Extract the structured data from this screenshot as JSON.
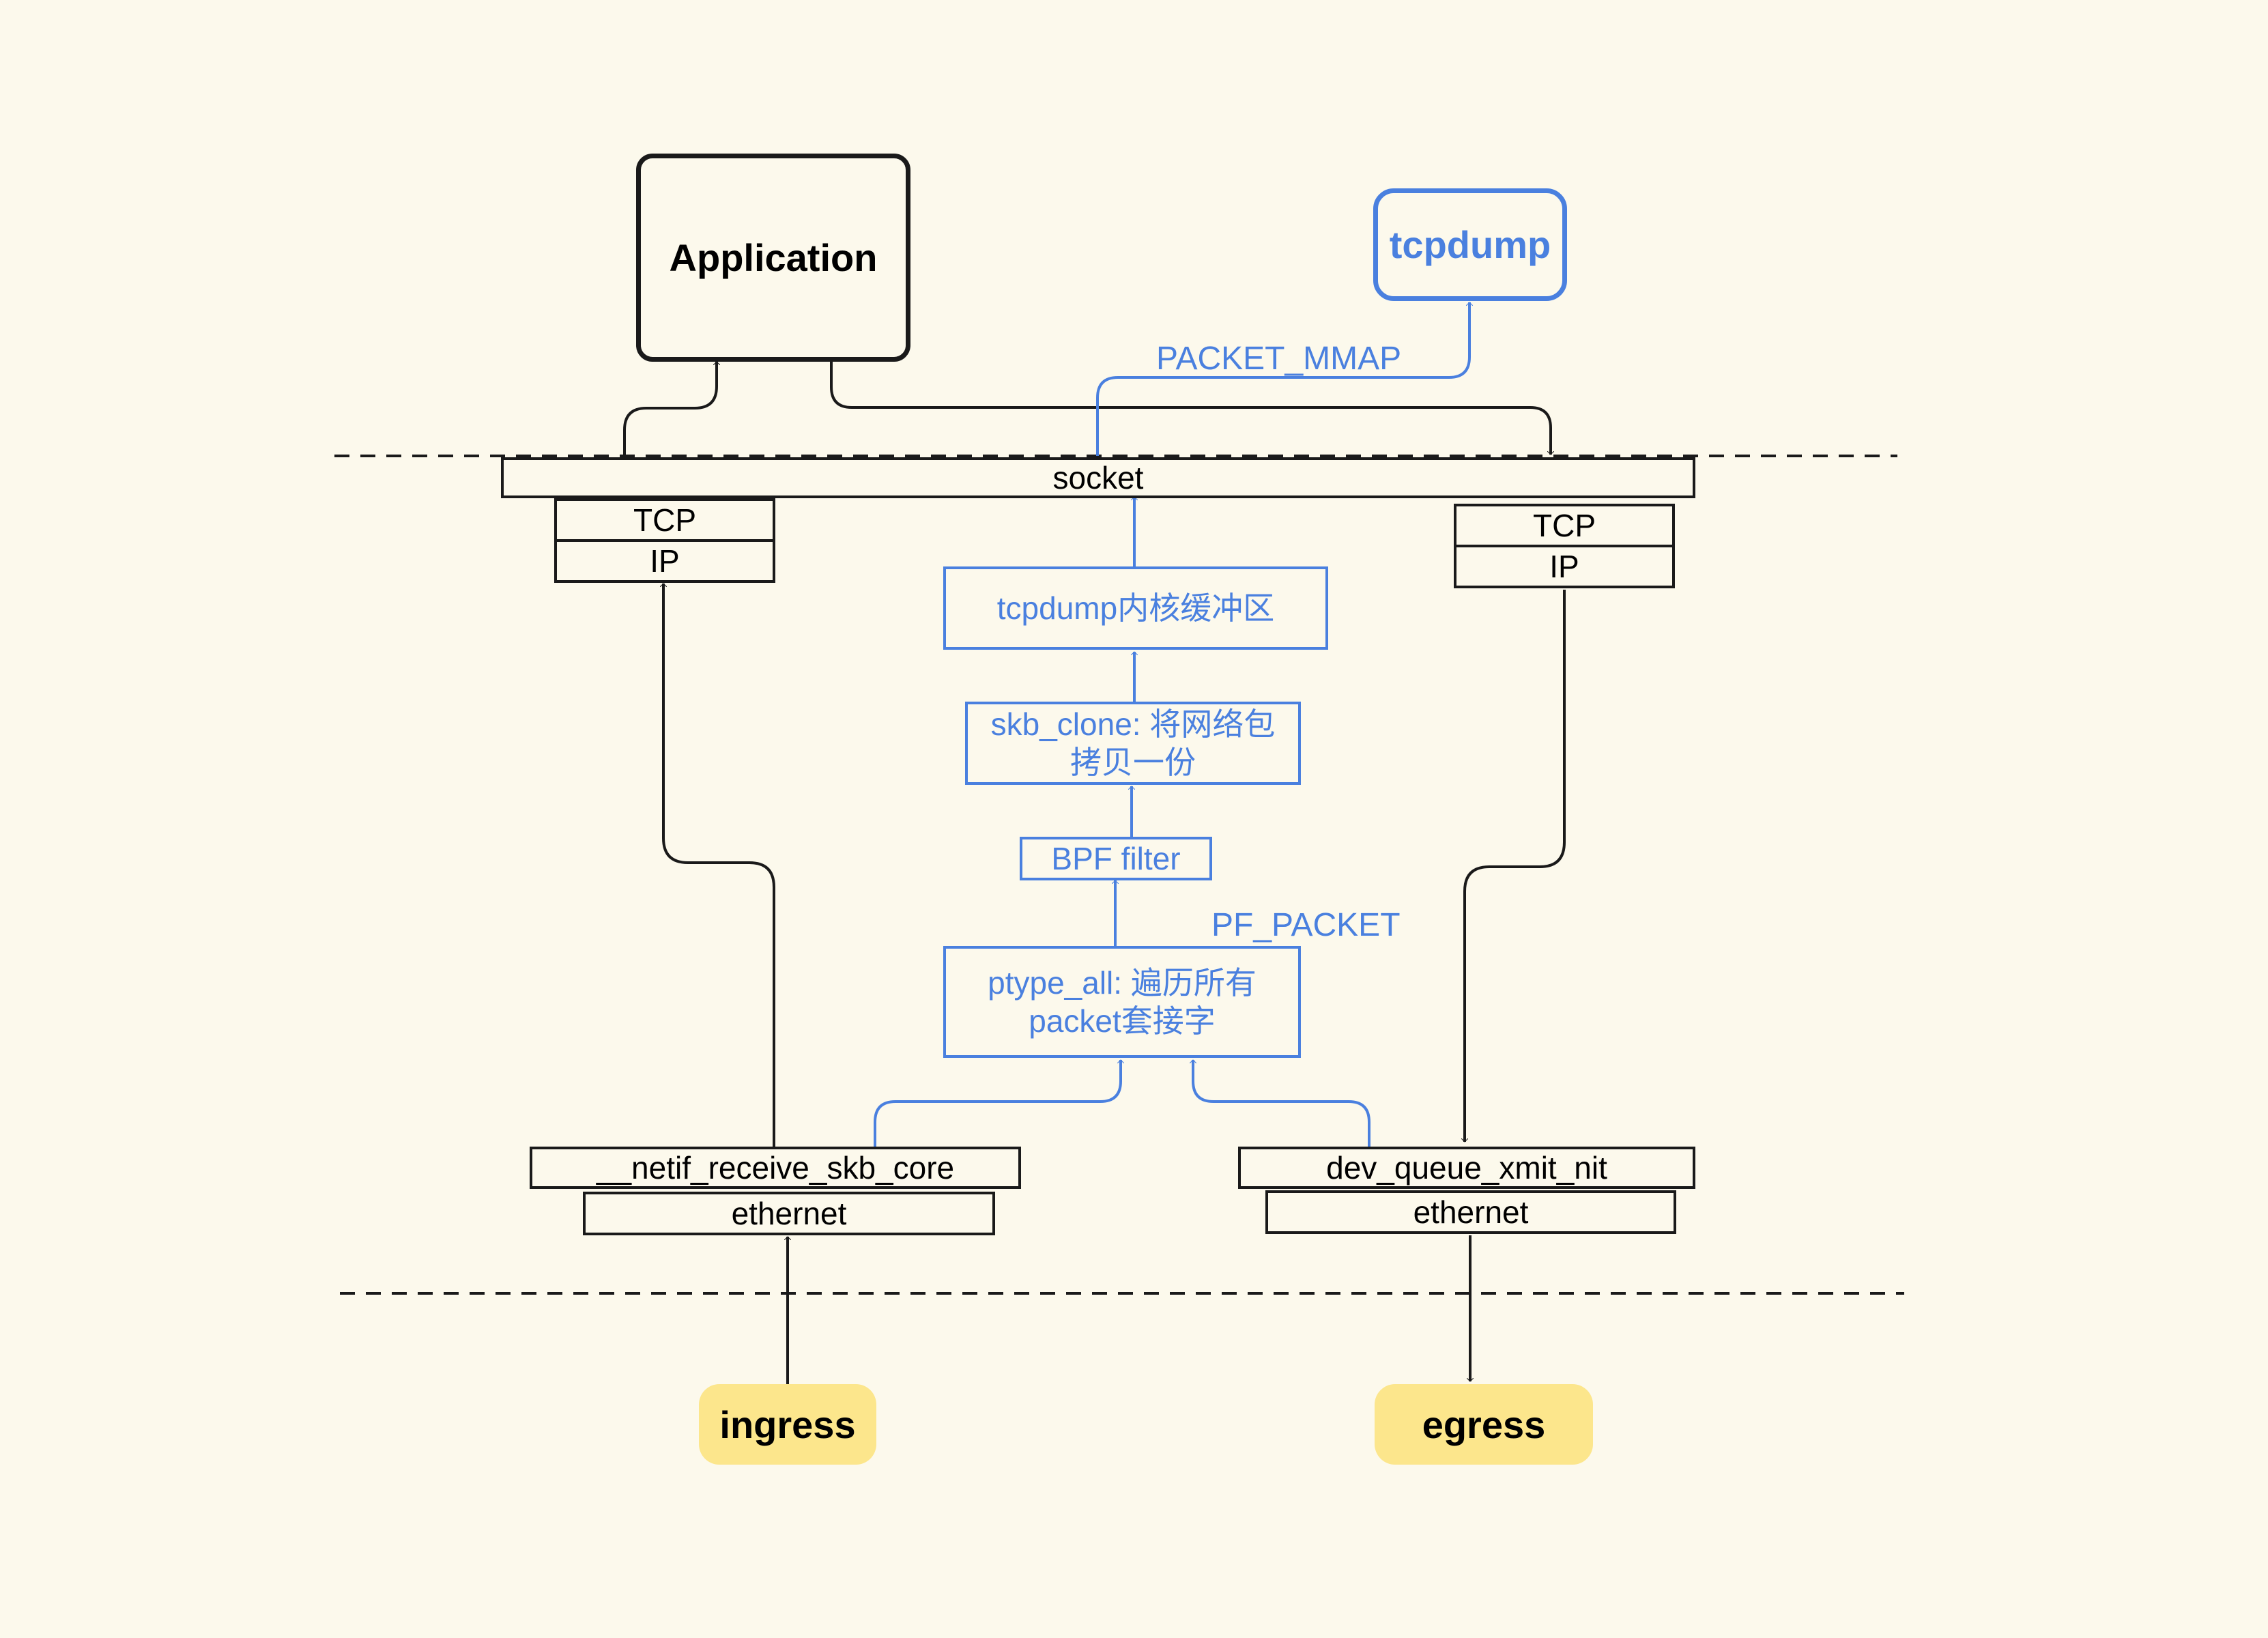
{
  "nodes": {
    "application": "Application",
    "tcpdump": "tcpdump",
    "socket": "socket",
    "left_tcp": "TCP",
    "left_ip": "IP",
    "right_tcp": "TCP",
    "right_ip": "IP",
    "kernel_buffer": "tcpdump内核缓冲区",
    "skb_clone_line1": "skb_clone: 将网络包",
    "skb_clone_line2": "拷贝一份",
    "bpf_filter": "BPF filter",
    "ptype_all_line1": "ptype_all: 遍历所有",
    "ptype_all_line2": "packet套接字",
    "netif_receive": "__netif_receive_skb_core",
    "left_ethernet": "ethernet",
    "dev_queue": "dev_queue_xmit_nit",
    "right_ethernet": "ethernet",
    "ingress": "ingress",
    "egress": "egress"
  },
  "labels": {
    "packet_mmap": "PACKET_MMAP",
    "pf_packet": "PF_PACKET"
  },
  "colors": {
    "background": "#fcf9ec",
    "black": "#1a1a1a",
    "blue": "#4a80df",
    "yellow": "#fce68c"
  }
}
